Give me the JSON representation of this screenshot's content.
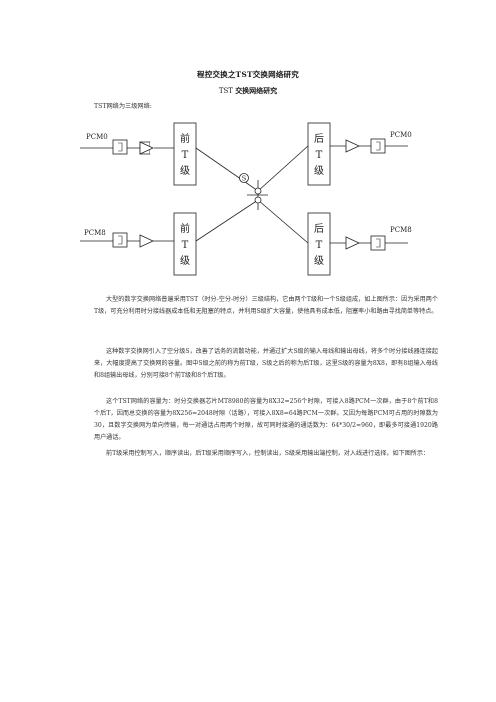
{
  "document": {
    "title": "程控交换之TST交换网络研究",
    "subtitle_prefix": "TST",
    "subtitle_rest": "交换网络研究",
    "intro": "TST网络为三级网络:"
  },
  "figure": {
    "pcm0_left": "PCM0",
    "pcm8_left": "PCM8",
    "pcm0_right": "PCM0",
    "pcm8_right": "PCM8",
    "front_stage_chars": [
      "前",
      "T",
      "级"
    ],
    "back_stage_chars": [
      "后",
      "T",
      "级"
    ],
    "s_label": "S"
  },
  "paragraphs": [
    "大型的数字交换网络普遍采用TST（时分-空分-时分）三级结构，它由两个T级和一个S级组成，如上图所示：因为采用两个T级，可充分利用时分接线器成本低和无阻塞的特点，并利用S级扩大容量，使他具有成本低，阻塞率小和路由寻找简单等特点。",
    "这种数字交换网引入了空分级S，改善了话务的流散功能，并通过扩大S级的输入母线和输出母线，将多个时分接线器连接起来，大幅度提高了交换网的容量。图中S级之前的称为前T级，S级之后的称为后T级，这里S级的容量为8X8，即有8组输入母线和8组输出母线，分别可接8个前T级和8个后T级。",
    "这个TST网络的容量为：时分交换器芯片MT8980的容量为8X32=256个时隙，可接入8路PCM一次群，由于8个前T和8个后T，因而总交换的容量为8X256=2048时隙（话路），可接入8X8=64路PCM一次群。又因为每路PCM可占用的时隙数为30，且数字交换网为单向传输，每一对通话占用两个时隙，故可同时接通的通话数为：64*30/2=960，即最多可接通1920路用户通话。",
    "前T级采用控制写入，顺序读出，后T级采用顺序写入，控制读出，S级采用输出端控制，对入线进行选择，如下图所示："
  ]
}
